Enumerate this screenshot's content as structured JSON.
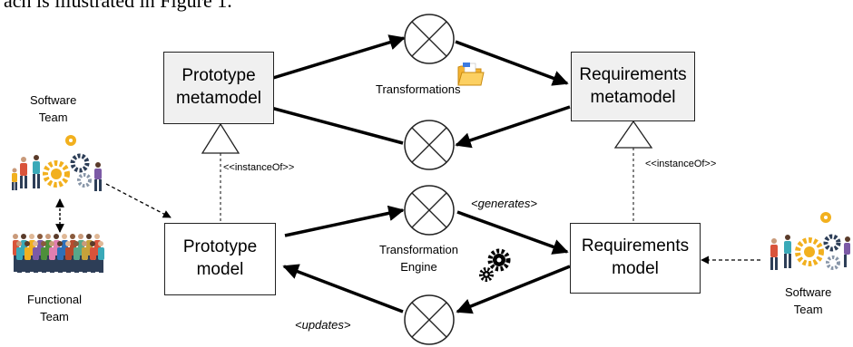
{
  "caption_fragment": "ach is illustrated in Figure 1.",
  "boxes": {
    "prototype_metamodel": "Prototype\nmetamodel",
    "requirements_metamodel": "Requirements\nmetamodel",
    "prototype_model": "Prototype\nmodel",
    "requirements_model": "Requirements\nmodel"
  },
  "labels": {
    "transformations": "Transformations",
    "transformation_engine": "Transformation\nEngine",
    "generates": "<generates>",
    "updates": "<updates>",
    "instance_of_left": "<<instanceOf>>",
    "instance_of_right": "<<instanceOf>>"
  },
  "teams": {
    "software_team_left": "Software\nTeam",
    "functional_team": "Functional\nTeam",
    "software_team_right": "Software\nTeam"
  },
  "icons": [
    "folder-icon",
    "gear-icon",
    "team-people-icon",
    "crowd-people-icon"
  ]
}
